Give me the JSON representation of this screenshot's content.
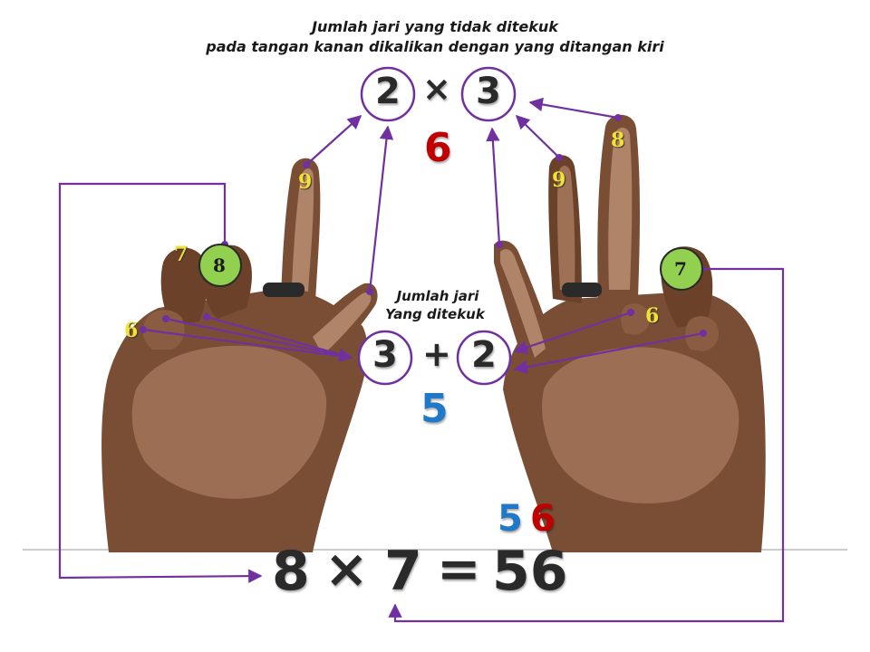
{
  "header": {
    "line1": "Jumlah jari yang tidak ditekuk",
    "line2": "pada tangan kanan dikalikan dengan yang ditangan kiri"
  },
  "top_equation": {
    "left": "2",
    "op": "×",
    "right": "3",
    "result": "6"
  },
  "bent_label": {
    "line1": "Jumlah jari",
    "line2": "Yang ditekuk"
  },
  "bottom_equation": {
    "left": "3",
    "op": "+",
    "right": "2",
    "result": "5"
  },
  "final": {
    "tens": "5",
    "ones": "6",
    "a": "8",
    "times": "×",
    "b": "7",
    "eq": "=",
    "result": "56"
  },
  "left_hand": {
    "labels": [
      "9",
      "8",
      "7",
      "6"
    ]
  },
  "right_hand": {
    "labels": [
      "8",
      "9",
      "7",
      "6"
    ]
  },
  "colors": {
    "accent_purple": "#7030a0",
    "red": "#c00000",
    "blue": "#1f78c8",
    "green_circle": "#92d050",
    "finger_label_yellow": "#f2e233"
  }
}
